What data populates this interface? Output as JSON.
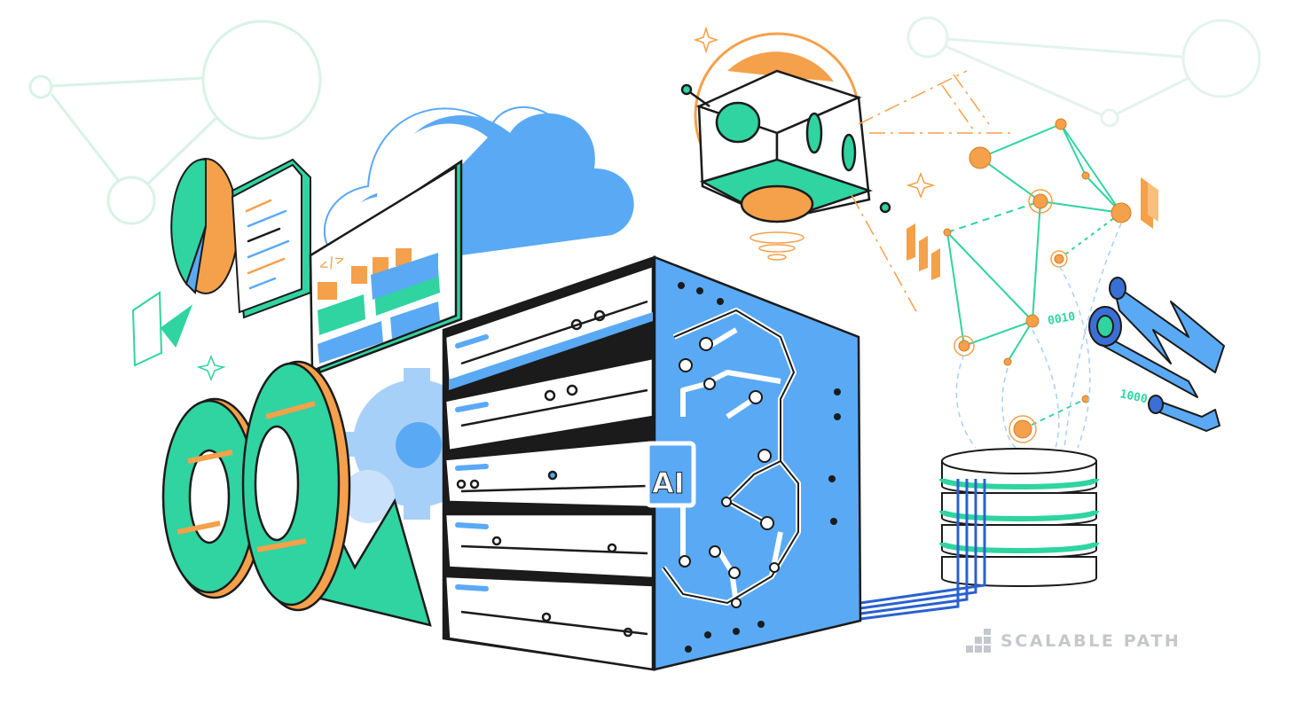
{
  "illustration": {
    "server_chip_label": "AI",
    "code_tag": "</>",
    "binary_upper": "0010",
    "binary_lower": "1000",
    "palette": {
      "blue": "#5aa9f5",
      "light_blue": "#a7d0f8",
      "green": "#2fd4a0",
      "orange": "#f5a04a",
      "outline": "#1b1b1b",
      "faint_green": "#d8f2e6"
    }
  },
  "brand": {
    "name": "SCALABLE PATH",
    "logo_icon": "stair-blocks-icon"
  }
}
